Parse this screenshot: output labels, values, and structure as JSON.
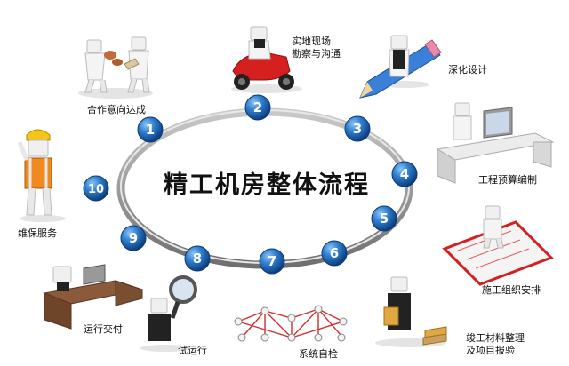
{
  "title": "精工机房整体流程",
  "steps": [
    {
      "num": "1",
      "label": "合作意向达成"
    },
    {
      "num": "2",
      "label": "实地现场",
      "label2": "勘察与沟通"
    },
    {
      "num": "3",
      "label": "深化设计"
    },
    {
      "num": "4",
      "label": "工程预算编制"
    },
    {
      "num": "5",
      "label": "施工组织安排"
    },
    {
      "num": "6",
      "label": "竣工材料整理",
      "label2": "及项目报验"
    },
    {
      "num": "7",
      "label": "系统自检"
    },
    {
      "num": "8",
      "label": "试运行"
    },
    {
      "num": "9",
      "label": "运行交付"
    },
    {
      "num": "10",
      "label": "维保服务"
    }
  ],
  "colors": {
    "circle": "#1f5fa8",
    "circle_light": "#5fa0e0",
    "ring": "#8a8a8a",
    "text": "#111111"
  },
  "icons": [
    "handshake-figures-icon",
    "scooter-figure-icon",
    "pencil-figure-icon",
    "computer-desk-figure-icon",
    "blueprint-figure-icon",
    "documents-figure-icon",
    "network-nodes-icon",
    "magnifier-figure-icon",
    "laptop-desk-figure-icon",
    "hardhat-worker-icon"
  ]
}
